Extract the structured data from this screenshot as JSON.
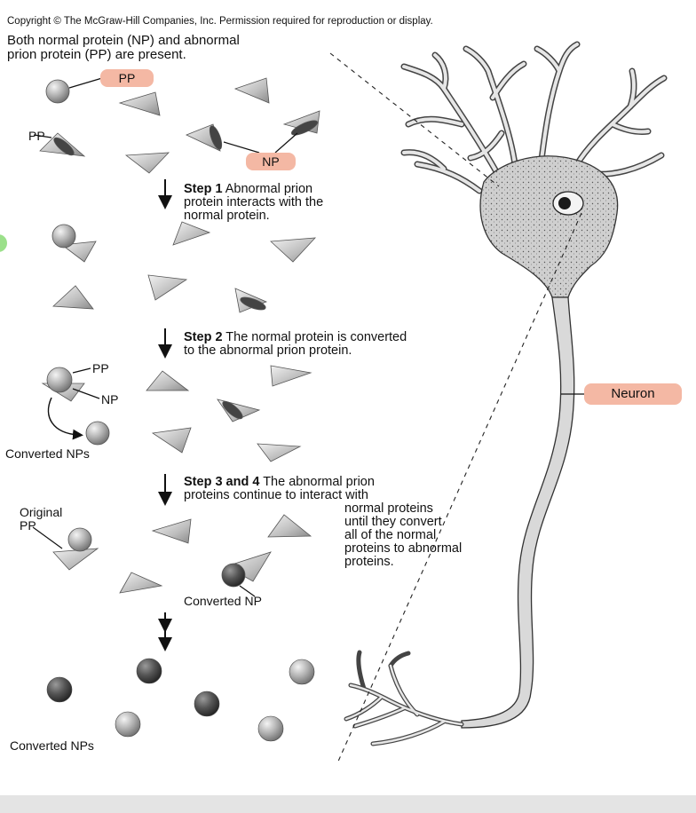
{
  "copyright": "Copyright © The McGraw-Hill Companies, Inc. Permission required for reproduction or display.",
  "intro": "Both normal protein (NP) and abnormal\nprion protein (PP) are present.",
  "tags": {
    "pp": "PP",
    "np": "NP",
    "neuron": "Neuron"
  },
  "labels": {
    "pp_left": "PP",
    "pp_step2": "PP",
    "np_step2": "NP",
    "converted_nps_1": "Converted NPs",
    "original_pp": "Original\nPP",
    "converted_np": "Converted NP",
    "converted_nps_2": "Converted NPs"
  },
  "steps": [
    {
      "head": "Step 1",
      "text": " Abnormal prion\nprotein interacts with the\nnormal protein."
    },
    {
      "head": "Step 2",
      "text": " The normal protein is converted\nto the abnormal prion protein."
    },
    {
      "head": "Step 3 and 4",
      "text": " The abnormal prion\nproteins continue to interact with"
    }
  ],
  "step3_cont": "normal proteins\nuntil they convert\nall of the normal\nproteins to abnormal\nproteins.",
  "colors": {
    "tag": "#f4b8a4",
    "neuron_fill": "#d9d9d9",
    "green_dot": "#9be08a"
  }
}
